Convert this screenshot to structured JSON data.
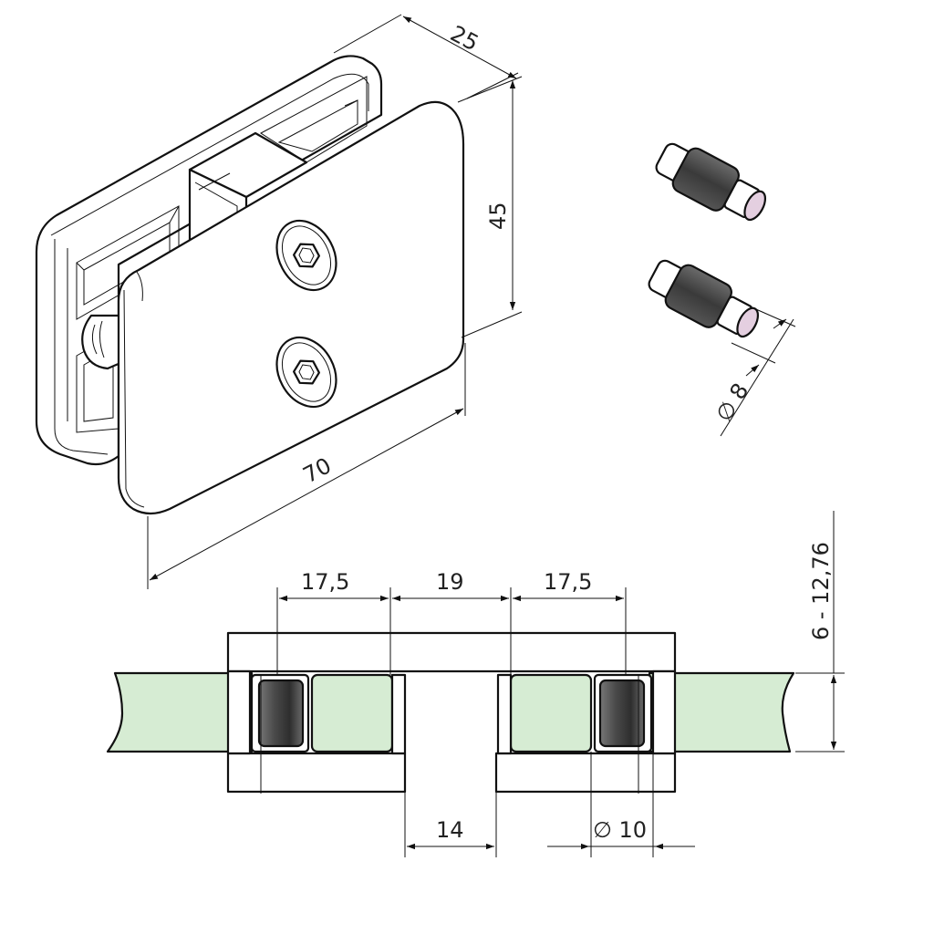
{
  "drawing": {
    "dimensions": {
      "depth": "25",
      "height": "45",
      "width": "70",
      "pin_diameter": "∅ 8",
      "glass_thickness": "6 - 12,76",
      "spacing_left": "17,5",
      "spacing_middle": "19",
      "spacing_right": "17,5",
      "gap": "14",
      "sleeve_diameter": "∅ 10"
    },
    "colors": {
      "glass": "#d6ecd3",
      "rubber_dark": "#444444",
      "rubber_light": "#8a8a8a",
      "pin_cap": "#e4cfe0",
      "line": "#111111"
    },
    "icons": {
      "screw_top": "hex-socket-screw-icon",
      "screw_bottom": "hex-socket-screw-icon",
      "pin_top": "pin-with-rubber-sleeve-icon",
      "pin_bottom": "pin-with-rubber-sleeve-icon"
    }
  }
}
